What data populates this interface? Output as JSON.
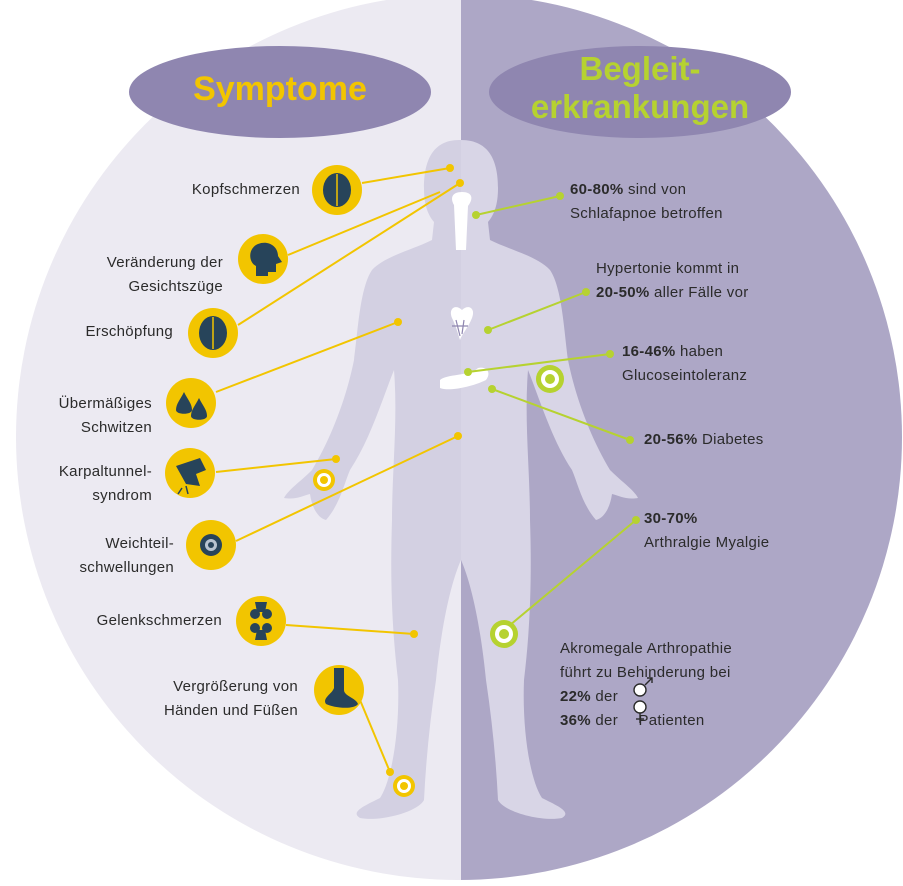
{
  "titles": {
    "left": "Symptome",
    "right_line1": "Begleit-",
    "right_line2": "erkrankungen"
  },
  "colors": {
    "yellow": "#f2c500",
    "green": "#b6d230",
    "dark_purple": "#8f86b0",
    "left_bg": "#eceaf2",
    "right_bg": "#ada7c6",
    "icon_teal": "#27445a"
  },
  "symptoms": [
    {
      "line1": "Kopfschmerzen",
      "line2": "",
      "icon": "brain-icon"
    },
    {
      "line1": "Veränderung der",
      "line2": "Gesichtszüge",
      "icon": "head-profile-icon"
    },
    {
      "line1": "Erschöpfung",
      "line2": "",
      "icon": "brain-icon"
    },
    {
      "line1": "Übermäßiges",
      "line2": "Schwitzen",
      "icon": "sweat-drops-icon"
    },
    {
      "line1": "Karpaltunnel-",
      "line2": "syndrom",
      "icon": "hand-nerve-icon"
    },
    {
      "line1": "Weichteil-",
      "line2": "schwellungen",
      "icon": "target-icon"
    },
    {
      "line1": "Gelenkschmerzen",
      "line2": "",
      "icon": "joint-icon"
    },
    {
      "line1": "Vergrößerung von",
      "line2": "Händen und Füßen",
      "icon": "foot-icon"
    }
  ],
  "comorbidities": [
    {
      "bold": "60-80%",
      "rest1": " sind von",
      "line2": "Schlafapnoe betroffen"
    },
    {
      "pre1": "Hypertonie kommt in",
      "bold": "20-50%",
      "rest2": " aller Fälle vor"
    },
    {
      "bold": "16-46%",
      "rest1": " haben",
      "line2": "Glucoseintoleranz"
    },
    {
      "bold": "20-56%",
      "rest1": " Diabetes"
    },
    {
      "bold": "30-70%",
      "line2": "Arthralgie Myalgie"
    }
  ],
  "arthropathy": {
    "line1": "Akromegale Arthropathie",
    "line2": "führt zu Behinderung bei",
    "male_pct": "22%",
    "male_text": " der",
    "female_pct": "36%",
    "female_text": " der",
    "female_suffix": " Patienten"
  }
}
